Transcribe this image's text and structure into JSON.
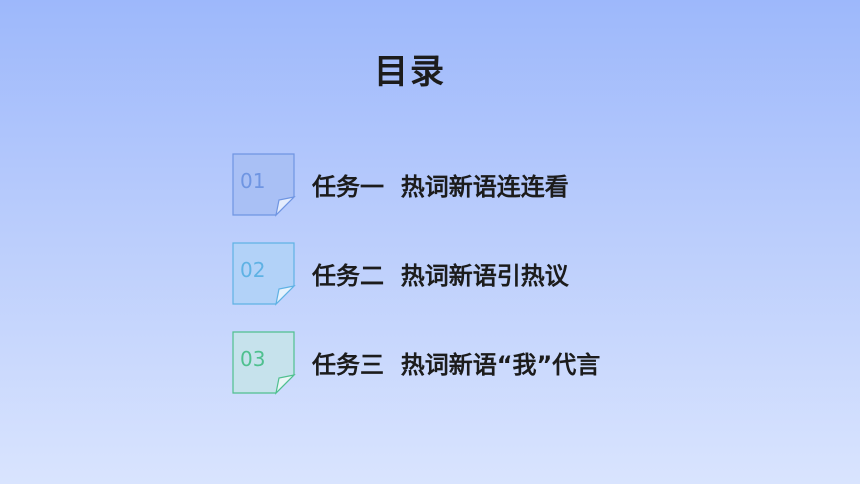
{
  "title": "目录",
  "items": [
    {
      "number": "01",
      "label": "任务一  热词新语连连看",
      "color": "#6f95e2",
      "fill": "#a9c0f5"
    },
    {
      "number": "02",
      "label": "任务二  热词新语引热议",
      "color": "#5fb2e4",
      "fill": "#b2d2f8"
    },
    {
      "number": "03",
      "label": "任务三  热词新语“我”代言",
      "color": "#4fc08f",
      "fill": "#c6e2ec"
    }
  ]
}
